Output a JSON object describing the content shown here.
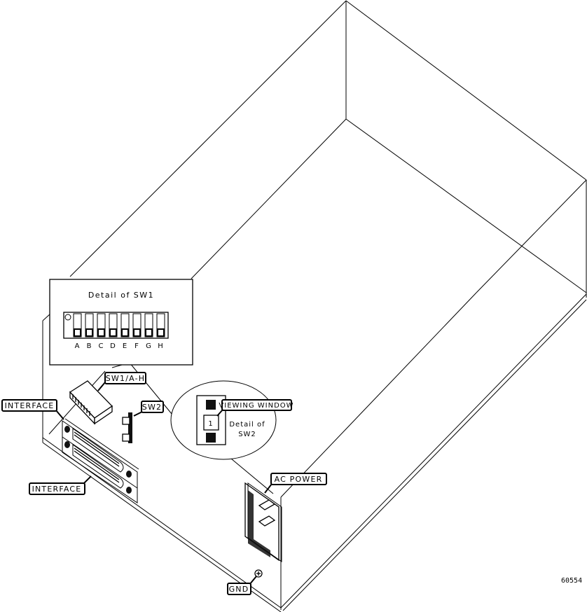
{
  "diagram": {
    "type": "isometric hardware line drawing",
    "subject": "device enclosure rear panel with switch and connector callouts",
    "figure_id": "60554"
  },
  "sw1_detail": {
    "title": "Detail of SW1",
    "switch_letters": [
      "A",
      "B",
      "C",
      "D",
      "E",
      "F",
      "G",
      "H"
    ]
  },
  "sw2_detail": {
    "title_line1": "Detail of",
    "title_line2": "SW2",
    "window_value": "1"
  },
  "callouts": {
    "sw1": "SW1/A-H",
    "sw2": "SW2",
    "interface_top": "INTERFACE",
    "interface_bottom": "INTERFACE",
    "viewing_window": "VIEWING WINDOW",
    "ac_power": "AC POWER",
    "gnd": "GND"
  }
}
